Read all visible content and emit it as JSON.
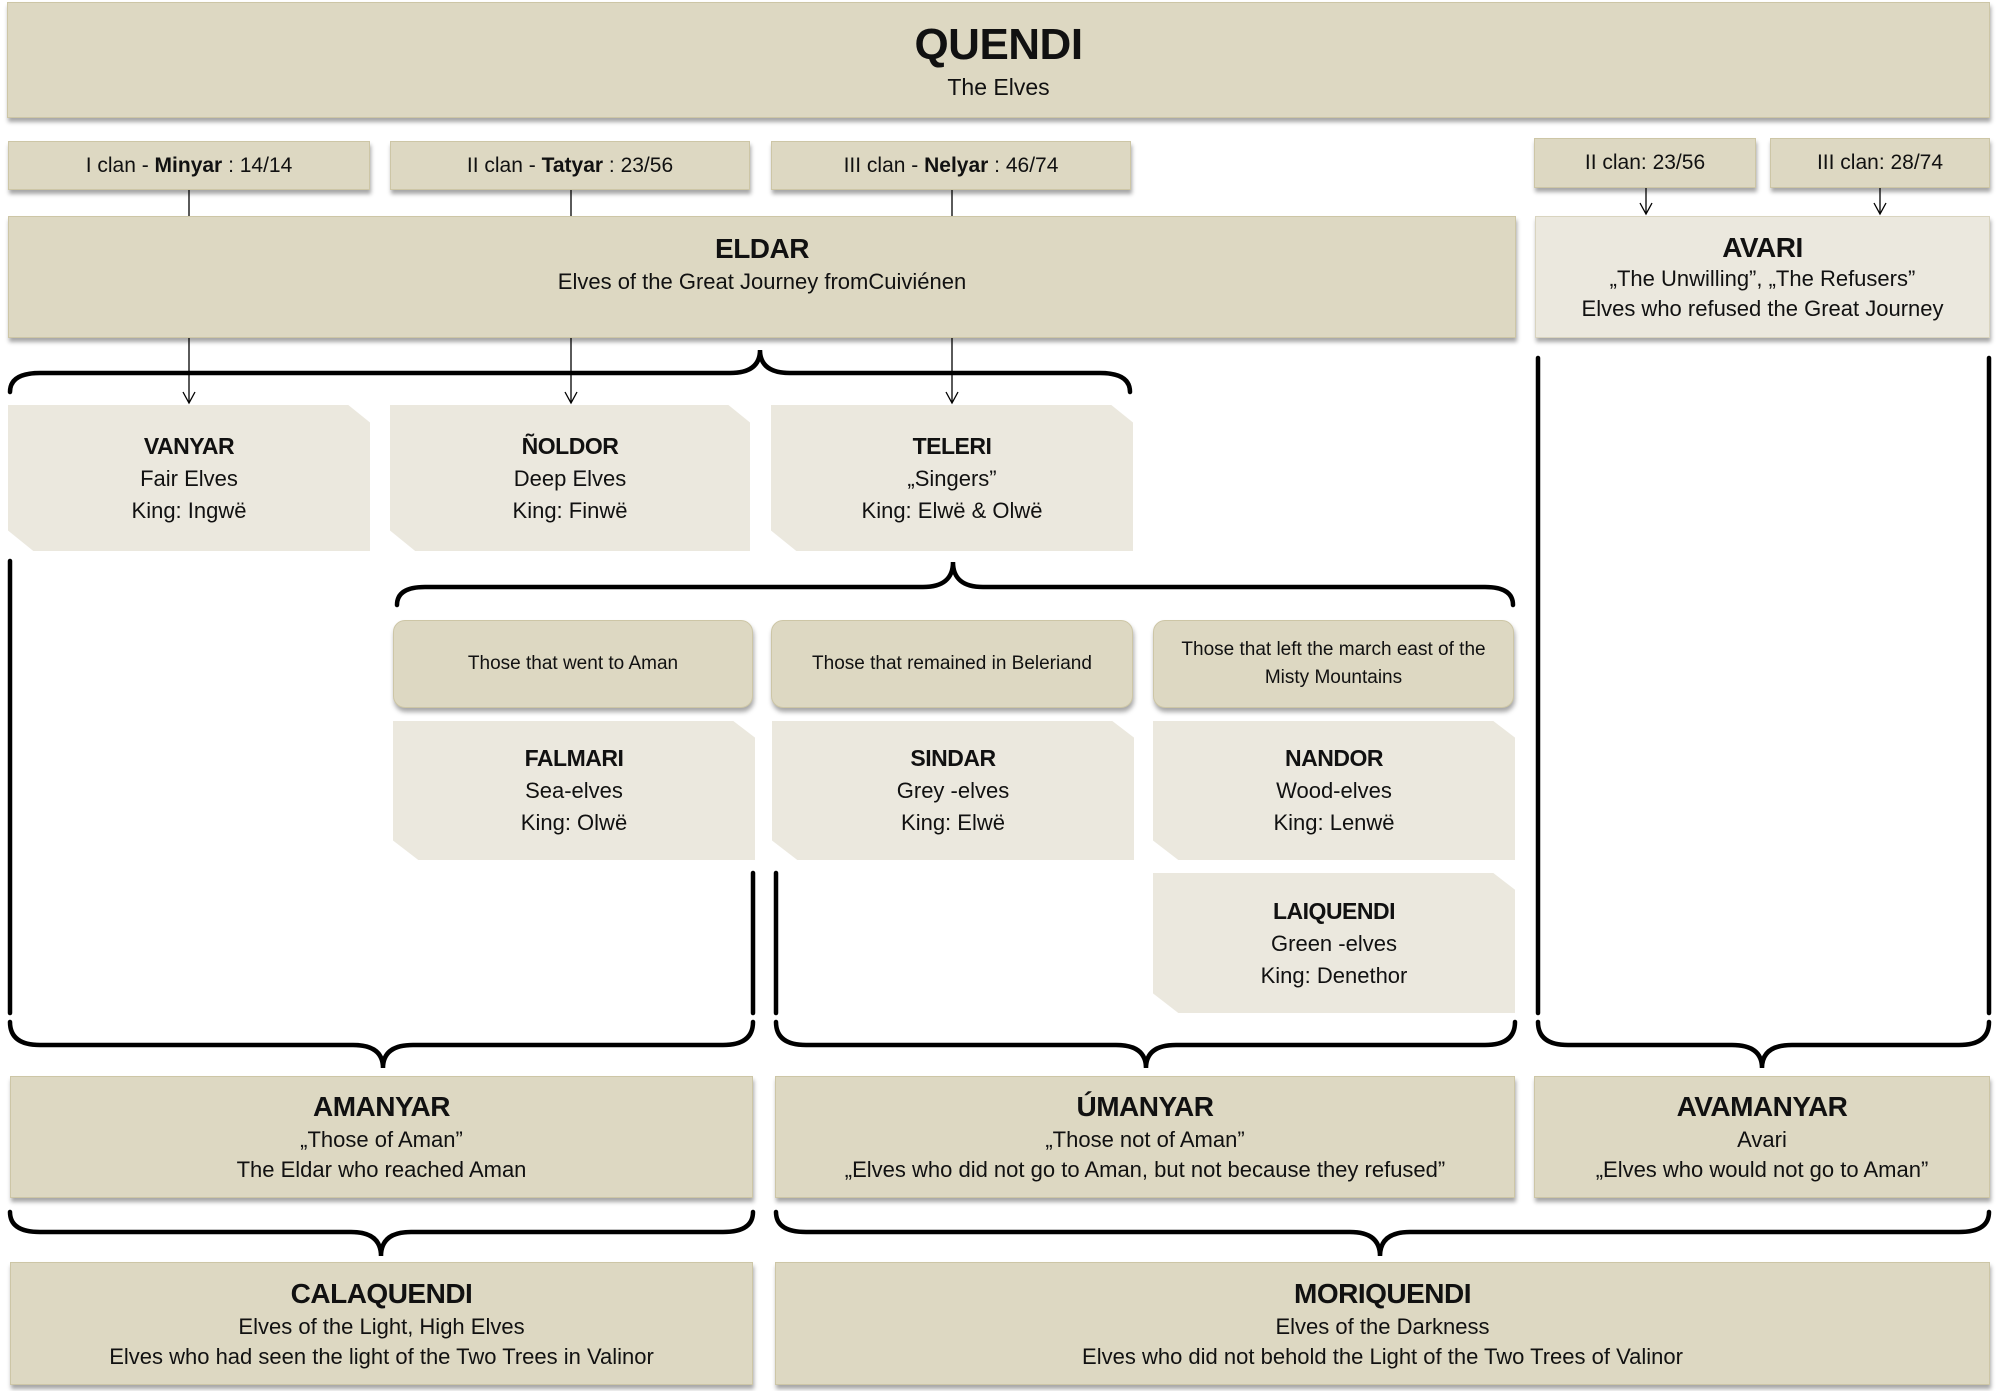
{
  "title": {
    "name": "QUENDI",
    "subtitle": "The Elves"
  },
  "clans": [
    {
      "prefix": "I clan - ",
      "bold": "Minyar",
      "suffix": " : 14/14"
    },
    {
      "prefix": "II clan - ",
      "bold": "Tatyar",
      "suffix": " : 23/56"
    },
    {
      "prefix": "III clan - ",
      "bold": "Nelyar",
      "suffix": " : 46/74"
    }
  ],
  "avari_clans": [
    {
      "label": "II clan: 23/56"
    },
    {
      "label": "III clan: 28/74"
    }
  ],
  "eldar": {
    "name": "ELDAR",
    "desc": "Elves of the Great Journey fromCuiviénen"
  },
  "avari": {
    "name": "AVARI",
    "line1": "„The  Unwilling”, „The Refusers”",
    "line2": "Elves who refused the Great Journey"
  },
  "kindreds": [
    {
      "name": "VANYAR",
      "desc": "Fair Elves",
      "king": "King: Ingwë"
    },
    {
      "name": "ÑOLDOR",
      "desc": "Deep Elves",
      "king": "King: Finwë"
    },
    {
      "name": "TELERI",
      "desc": "„Singers”",
      "king": "King: Elwë & Olwë"
    }
  ],
  "teleri_groups": [
    {
      "label": "Those that went to Aman"
    },
    {
      "label": "Those that remained in Beleriand"
    },
    {
      "label": "Those that left the march east of the Misty Mountains"
    }
  ],
  "subkindreds": [
    {
      "name": "FALMARI",
      "desc": "Sea-elves",
      "king": "King: Olwë"
    },
    {
      "name": "SINDAR",
      "desc": "Grey -elves",
      "king": "King: Elwë"
    },
    {
      "name": "NANDOR",
      "desc": "Wood-elves",
      "king": "King: Lenwë"
    },
    {
      "name": "LAIQUENDI",
      "desc": "Green -elves",
      "king": "King: Denethor"
    }
  ],
  "groups": [
    {
      "name": "AMANYAR",
      "line1": "„Those of Aman”",
      "line2": "The Eldar who reached Aman"
    },
    {
      "name": "ÚMANYAR",
      "line1": "„Those not of Aman”",
      "line2": "„Elves who did not go to Aman, but not because they refused”"
    },
    {
      "name": "AVAMANYAR",
      "line1": "Avari",
      "line2": "„Elves who would not go to Aman”"
    }
  ],
  "light_dark": [
    {
      "name": "CALAQUENDI",
      "line1": "Elves of the Light, High Elves",
      "line2": "Elves who had seen the light of the Two Trees in Valinor"
    },
    {
      "name": "MORIQUENDI",
      "line1": "Elves of the Darkness",
      "line2": "Elves who did not behold the Light of the Two Trees of Valinor"
    }
  ],
  "colors": {
    "dark_box": "#ddd8c2",
    "light_box": "#ebe8de",
    "border": "#cdc6a6",
    "line": "#000000"
  }
}
